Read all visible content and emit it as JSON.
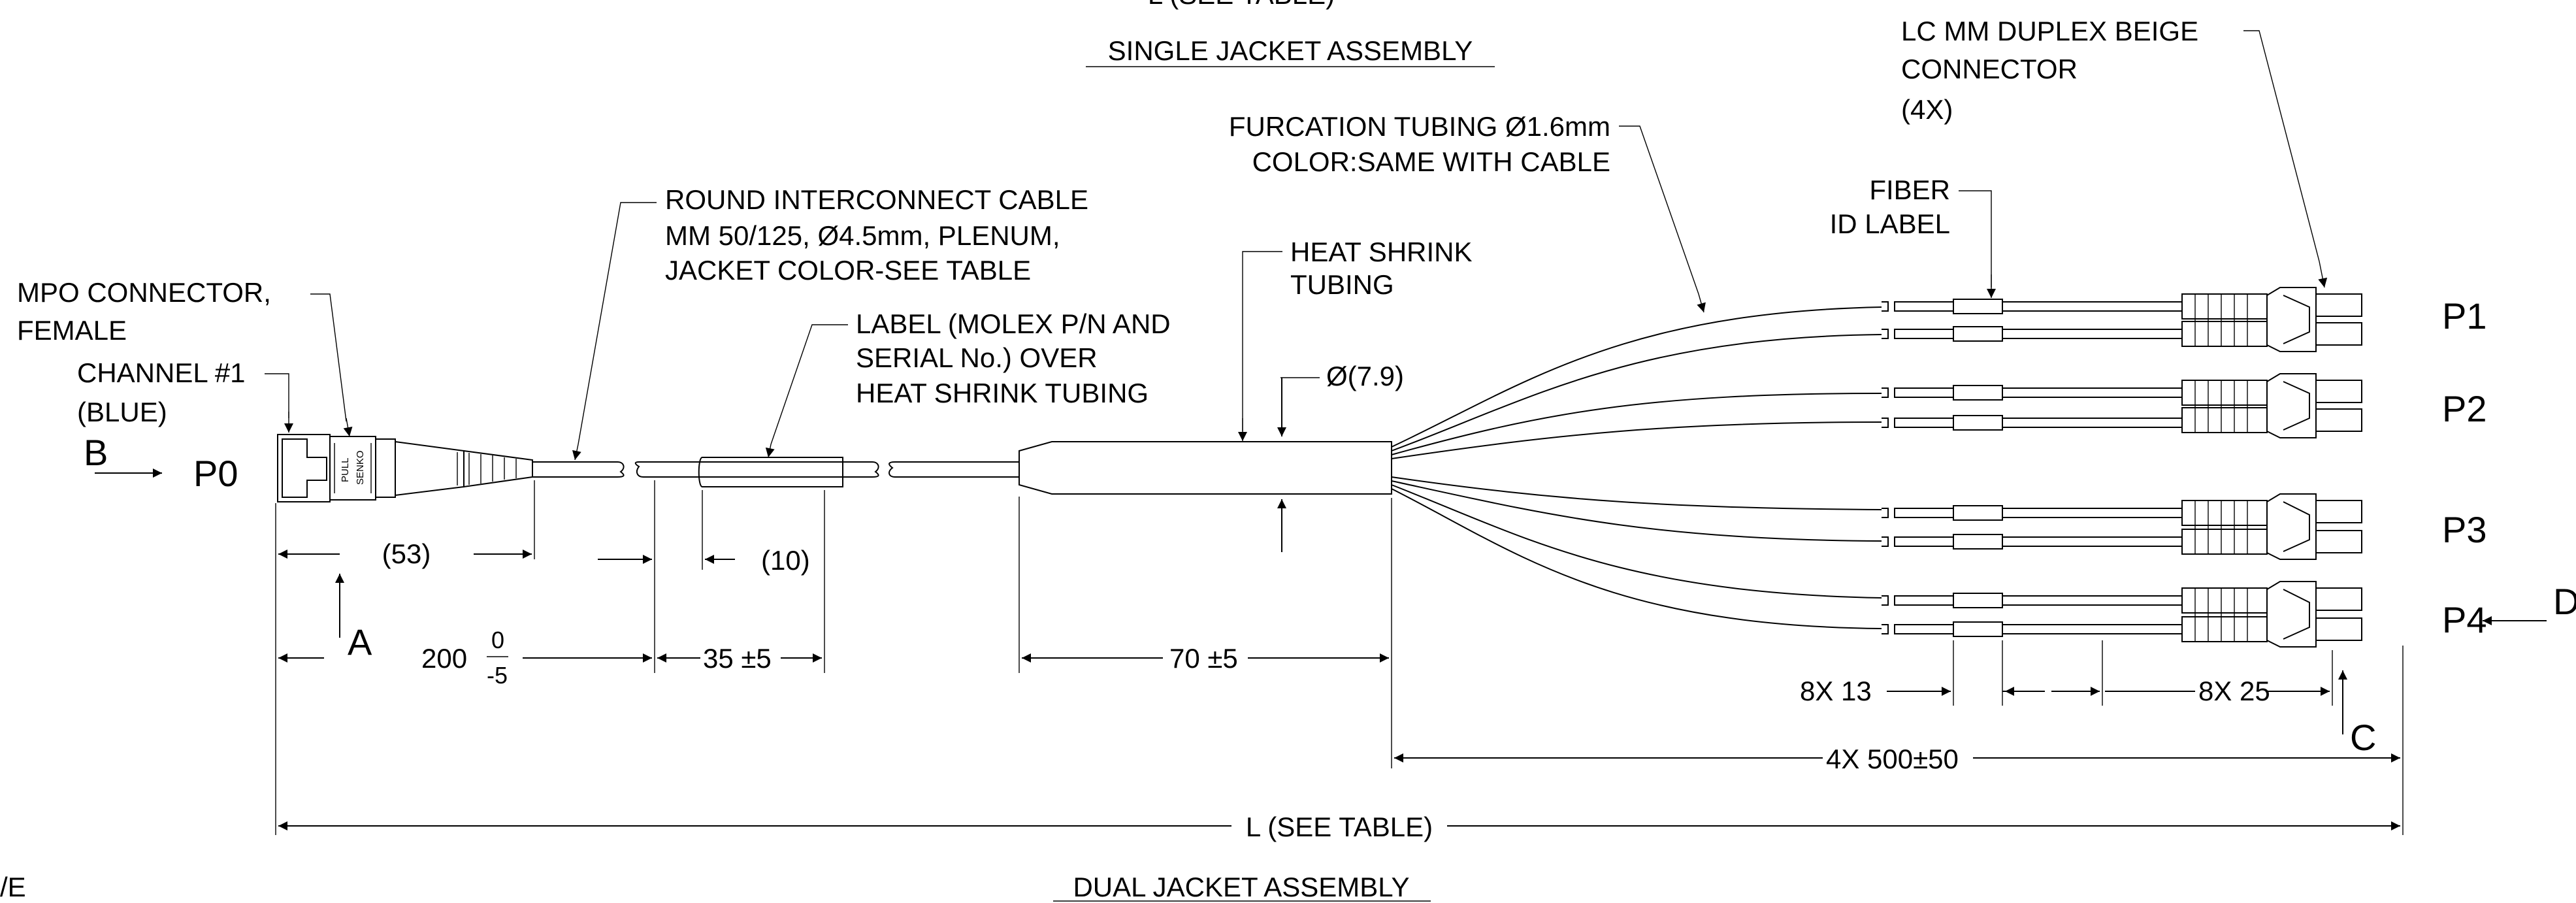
{
  "top_cut_text": "L (SEE TABLE)",
  "titles": {
    "single": "SINGLE JACKET ASSEMBLY",
    "dual": "DUAL JACKET ASSEMBLY"
  },
  "edge_text": "/E",
  "labels": {
    "lc_connector": [
      "LC MM DUPLEX BEIGE",
      "CONNECTOR",
      "(4X)"
    ],
    "furcation": [
      "FURCATION TUBING Ø1.6mm",
      "COLOR:SAME WITH CABLE"
    ],
    "fiber_id": [
      "FIBER",
      "ID LABEL"
    ],
    "round_cable": [
      "ROUND INTERCONNECT CABLE",
      "MM 50/125, Ø4.5mm, PLENUM,",
      "JACKET COLOR-SEE TABLE"
    ],
    "heat_shrink": [
      "HEAT SHRINK",
      "TUBING"
    ],
    "label_over": [
      "LABEL (MOLEX P/N AND",
      "SERIAL No.) OVER",
      "HEAT SHRINK TUBING"
    ],
    "mpo": [
      "MPO CONNECTOR,",
      "FEMALE"
    ],
    "channel": [
      "CHANNEL #1",
      "(BLUE)"
    ],
    "diameter": "Ø(7.9)",
    "connector_text": [
      "PULL",
      "SENKO"
    ]
  },
  "ports": {
    "p0": "P0",
    "p1": "P1",
    "p2": "P2",
    "p3": "P3",
    "p4": "P4"
  },
  "view_letters": {
    "a": "A",
    "b": "B",
    "c": "C",
    "d": "D"
  },
  "dimensions": {
    "d53": "(53)",
    "d10": "(10)",
    "d200": "200",
    "d200_upper": "0",
    "d200_lower": "-5",
    "d35": "35 ±5",
    "d70": "70 ±5",
    "d8x13": "8X 13",
    "d8x25": "8X 25",
    "d4x500": "4X 500±50",
    "dl": "L (SEE TABLE)"
  }
}
